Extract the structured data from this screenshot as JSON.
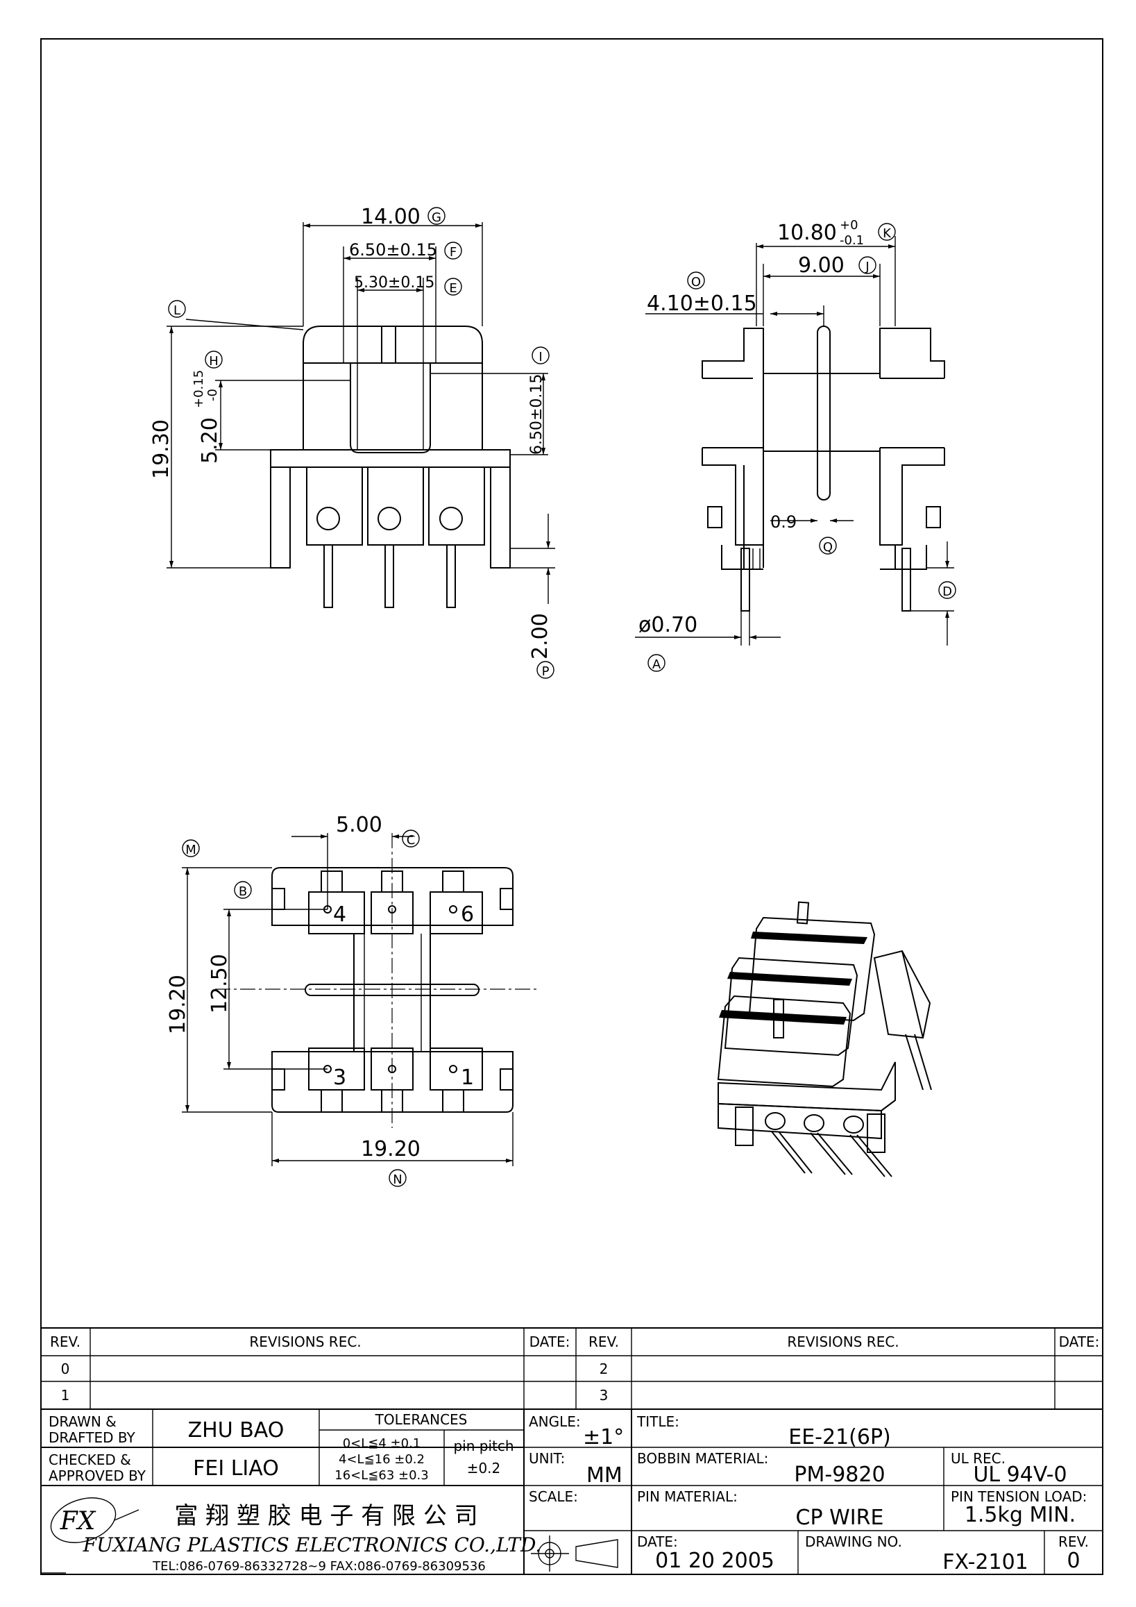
{
  "views": {
    "front": {
      "dim_width": "14.00",
      "dim_f": "6.50±0.15",
      "dim_e": "5.30±0.15",
      "dim_height": "19.30",
      "dim_h": "5.20",
      "dim_h_tol_upper": "+0.15",
      "dim_h_tol_lower": "-0",
      "dim_i": "6.50±0.15",
      "dim_pin": "2.00",
      "labels": {
        "g": "G",
        "f": "F",
        "e": "E",
        "l": "L",
        "h": "H",
        "i": "I",
        "p": "P"
      }
    },
    "side": {
      "dim_k": "10.80",
      "dim_k_tol_upper": "+0",
      "dim_k_tol_lower": "-0.1",
      "dim_j": "9.00",
      "dim_o": "4.10±0.15",
      "dim_q": "0.9",
      "dim_a": "ø0.70",
      "labels": {
        "k": "K",
        "j": "J",
        "o": "O",
        "q": "Q",
        "d": "D",
        "a": "A"
      }
    },
    "bottom": {
      "dim_c": "5.00",
      "dim_m": "19.20",
      "dim_b": "12.50",
      "dim_n": "19.20",
      "pins": [
        "4",
        "6",
        "3",
        "1"
      ],
      "labels": {
        "c": "C",
        "m": "M",
        "b": "B",
        "n": "N"
      }
    }
  },
  "title_block": {
    "revisions": {
      "rev_header": "REV.",
      "rec_header": "REVISIONS   REC.",
      "date_header": "DATE:",
      "left_revs": [
        "0",
        "1"
      ],
      "right_revs": [
        "2",
        "3"
      ]
    },
    "drawn_label_1": "DRAWN &",
    "drawn_label_2": "DRAFTED BY",
    "drawn_by": "ZHU BAO",
    "checked_label_1": "CHECKED &",
    "checked_label_2": "APPROVED BY",
    "approved_by": "FEI LIAO",
    "tolerances": {
      "header": "TOLERANCES",
      "rows": [
        "0<L≦4   ±0.1",
        "4<L≦16  ±0.2",
        "16<L≦63  ±0.3"
      ],
      "pitch_label": "pin pitch",
      "pitch_value": "±0.2"
    },
    "angle_label": "ANGLE:",
    "angle_value": "±1°",
    "unit_label": "UNIT:",
    "unit_value": "MM",
    "scale_label": "SCALE:",
    "title_label": "TITLE:",
    "title_value": "EE-21(6P)",
    "bobbin_material_label": "BOBBIN MATERIAL:",
    "bobbin_material_value": "PM-9820",
    "ul_label": "UL REC.",
    "ul_value": "UL 94V-0",
    "pin_material_label": "PIN MATERIAL:",
    "pin_material_value": "CP WIRE",
    "pin_tension_label": "PIN TENSION LOAD:",
    "pin_tension_value": "1.5kg MIN.",
    "date_label": "DATE:",
    "date_value": "01  20  2005",
    "drawing_no_label": "DRAWING NO.",
    "drawing_no_value": "FX-2101",
    "rev_label": "REV.",
    "rev_value": "0",
    "company_cn": "富 翔 塑 胶 电 子 有 限 公 司",
    "company_en": "FUXIANG PLASTICS ELECTRONICS CO.,LTD.",
    "company_contact": "TEL:086-0769-86332728~9  FAX:086-0769-86309536",
    "logo_text": "FX"
  }
}
